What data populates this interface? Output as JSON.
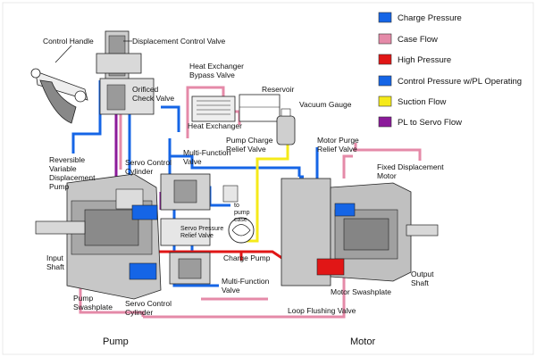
{
  "legend": [
    {
      "label": "Charge Pressure",
      "color": "#1565e6"
    },
    {
      "label": "Case Flow",
      "color": "#e58aa8"
    },
    {
      "label": "High Pressure",
      "color": "#e11616"
    },
    {
      "label": "Control Pressure w/PL Operating",
      "color": "#1565e6"
    },
    {
      "label": "Suction Flow",
      "color": "#f5ea1a"
    },
    {
      "label": "PL to Servo Flow",
      "color": "#8b1a9a"
    }
  ],
  "labels": {
    "control_handle": "Control Handle",
    "displacement_control_valve": "Displacement Control Valve",
    "heat_exchanger_bypass_1": "Heat Exchanger",
    "heat_exchanger_bypass_2": "Bypass Valve",
    "orificed_1": "Orificed",
    "orificed_2": "Check Valve",
    "reservoir": "Reservoir",
    "heat_exchanger": "Heat Exchanger",
    "vacuum_gauge": "Vacuum Gauge",
    "pump_charge_1": "Pump Charge",
    "pump_charge_2": "Relief Valve",
    "motor_purge_1": "Motor Purge",
    "motor_purge_2": "Relief Valve",
    "multi_function_top_1": "Multi-Function",
    "multi_function_top_2": "Valve",
    "servo_top_1": "Servo Control",
    "servo_top_2": "Cylinder",
    "reversible_1": "Reversible",
    "reversible_2": "Variable",
    "reversible_3": "Displacement",
    "reversible_4": "Pump",
    "fixed_disp_1": "Fixed Displacement",
    "fixed_disp_2": "Motor",
    "to_pump_case_1": "to",
    "to_pump_case_2": "pump",
    "to_pump_case_3": "case",
    "servo_pressure_1": "Servo Pressure",
    "servo_pressure_2": "Relief Valve",
    "input_1": "Input",
    "input_2": "Shaft",
    "charge_pump": "Charge Pump",
    "output_1": "Output",
    "output_2": "Shaft",
    "multi_function_bot_1": "Multi-Function",
    "multi_function_bot_2": "Valve",
    "pump_swash_1": "Pump",
    "pump_swash_2": "Swashplate",
    "servo_bot_1": "Servo Control",
    "servo_bot_2": "Cylinder",
    "motor_swashplate": "Motor Swashplate",
    "loop_flushing": "Loop Flushing Valve",
    "pump": "Pump",
    "motor": "Motor"
  }
}
